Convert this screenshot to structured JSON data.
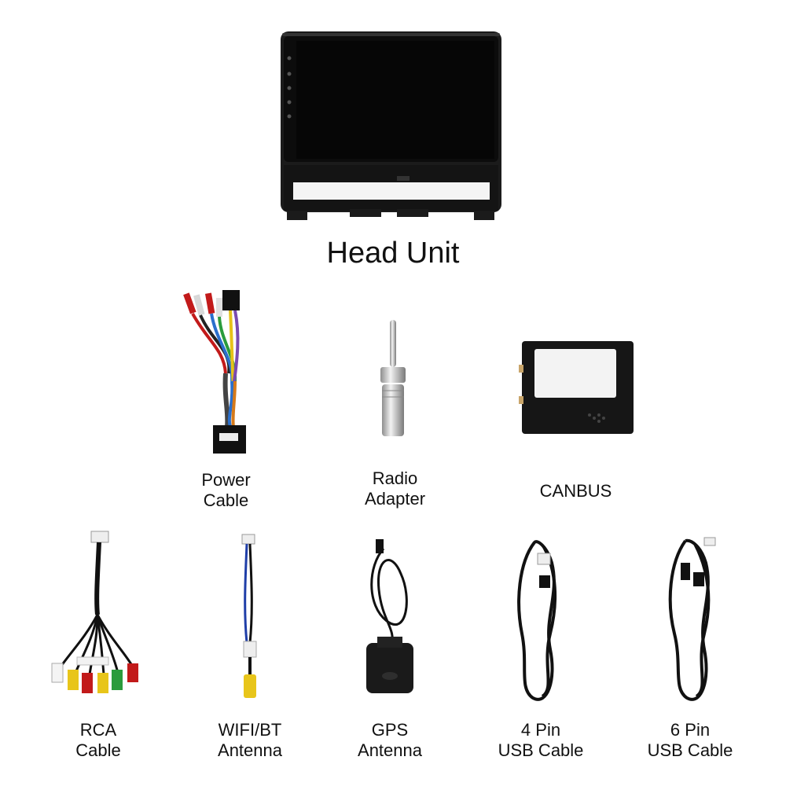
{
  "main_item": {
    "label": "Head Unit"
  },
  "accessories_row1": [
    {
      "id": "power-cable",
      "lines": [
        "Power",
        "Cable"
      ]
    },
    {
      "id": "radio-adapter",
      "lines": [
        "Radio",
        "Adapter"
      ]
    },
    {
      "id": "canbus",
      "lines": [
        "CANBUS"
      ]
    }
  ],
  "accessories_row2": [
    {
      "id": "rca-cable",
      "lines": [
        "RCA",
        "Cable"
      ]
    },
    {
      "id": "wifi-bt-antenna",
      "lines": [
        "WIFI/BT",
        "Antenna"
      ]
    },
    {
      "id": "gps-antenna",
      "lines": [
        "GPS",
        "Antenna"
      ]
    },
    {
      "id": "usb-4pin",
      "lines": [
        "4 Pin",
        "USB Cable"
      ]
    },
    {
      "id": "usb-6pin",
      "lines": [
        "6 Pin",
        "USB Cable"
      ]
    }
  ]
}
